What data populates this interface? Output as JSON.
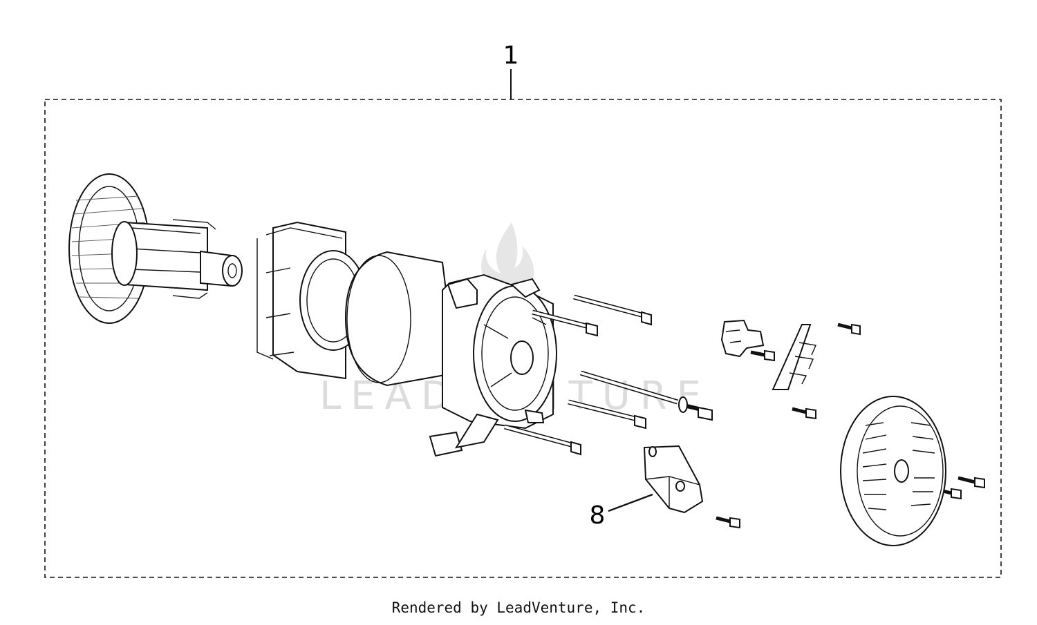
{
  "callouts": {
    "assembly": "1",
    "part_8": "8"
  },
  "watermark": {
    "text": "LEADVENTURE"
  },
  "footer": {
    "text": "Rendered by LeadVenture, Inc."
  },
  "colors": {
    "line": "#111111",
    "watermark": "#dcdcdc",
    "background": "#ffffff"
  }
}
